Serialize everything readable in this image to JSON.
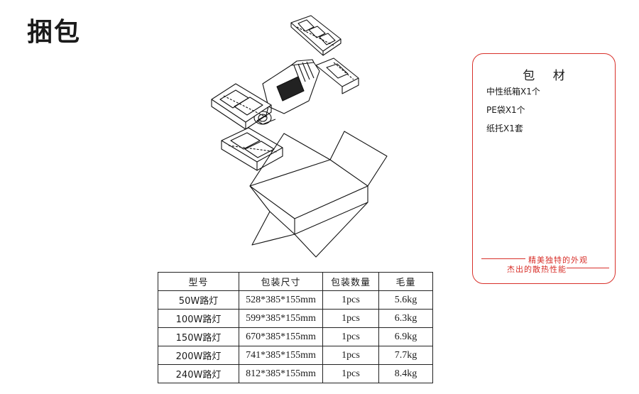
{
  "page": {
    "title": "捆包"
  },
  "illustration": {
    "description_icon": "exploded-packaging-icon"
  },
  "materials": {
    "title": "包 材",
    "items": [
      "中性纸箱X1个",
      "PE袋X1个",
      "纸托X1套"
    ],
    "slogan_line1": "精美独特的外观",
    "slogan_line2": "杰出的散热性能",
    "accent_color": "#d8302a"
  },
  "table": {
    "headers": [
      "型号",
      "包装尺寸",
      "包装数量",
      "毛量"
    ],
    "rows": [
      {
        "model": "50W路灯",
        "size": "528*385*155mm",
        "qty": "1pcs",
        "weight": "5.6kg"
      },
      {
        "model": "100W路灯",
        "size": "599*385*155mm",
        "qty": "1pcs",
        "weight": "6.3kg"
      },
      {
        "model": "150W路灯",
        "size": "670*385*155mm",
        "qty": "1pcs",
        "weight": "6.9kg"
      },
      {
        "model": "200W路灯",
        "size": "741*385*155mm",
        "qty": "1pcs",
        "weight": "7.7kg"
      },
      {
        "model": "240W路灯",
        "size": "812*385*155mm",
        "qty": "1pcs",
        "weight": "8.4kg"
      }
    ]
  }
}
